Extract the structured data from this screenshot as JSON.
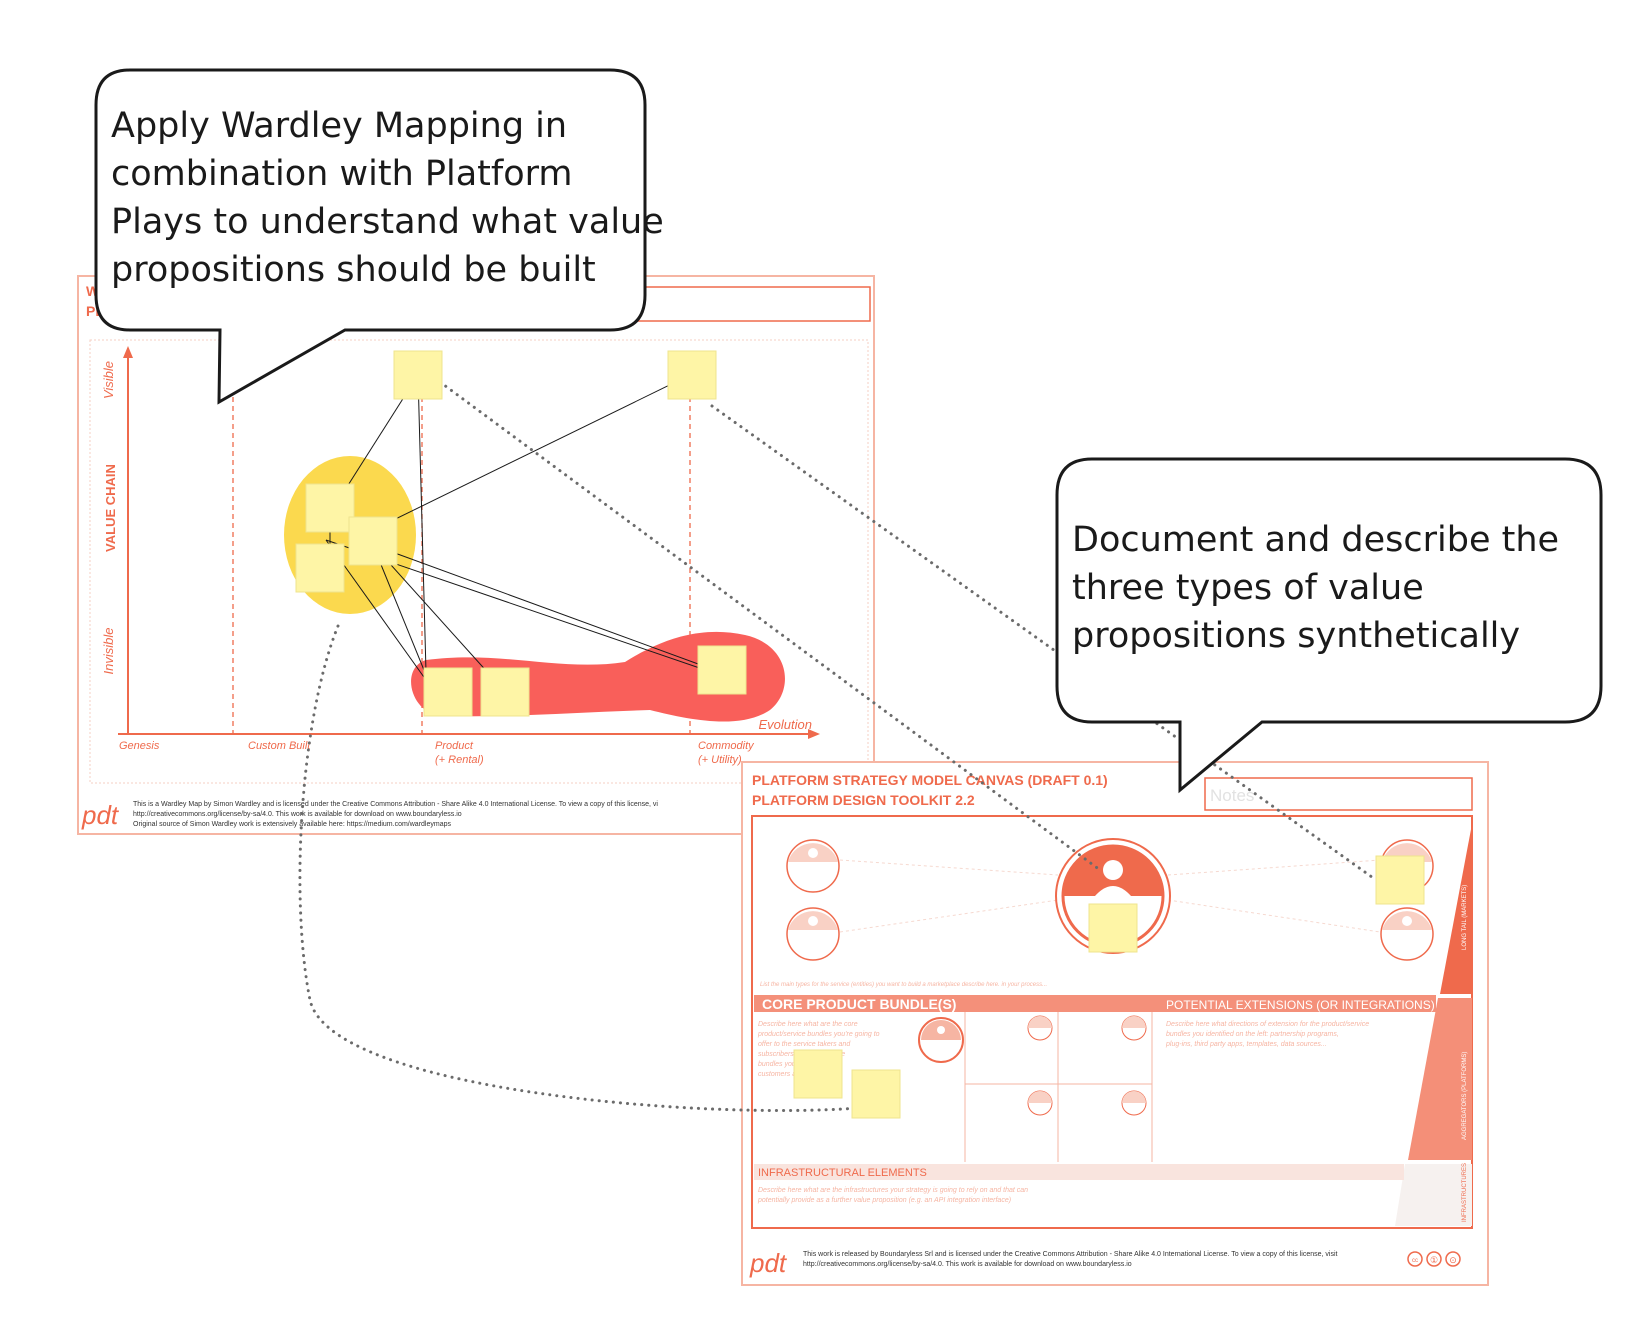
{
  "colors": {
    "accent": "#ef6a4c",
    "accent_light": "#f6b5a3",
    "sticky": "#fef5a6",
    "sticky_edge": "#efe48e",
    "cluster_yellow": "#fbd94e",
    "cluster_red": "#f95f5a",
    "ink": "#1a1a1a"
  },
  "callouts": {
    "left": {
      "lines": [
        "Apply Wardley Mapping in",
        "combination with Platform",
        "Plays to understand what value",
        "propositions should be built"
      ]
    },
    "right": {
      "lines": [
        "Document and describe the",
        "three types of value",
        "propositions synthetically"
      ]
    }
  },
  "wardley": {
    "title_visible": [
      "W",
      "PL"
    ],
    "y_top": "Visible",
    "y_mid": "VALUE CHAIN",
    "y_bottom": "Invisible",
    "x_end": "Evolution",
    "stages": [
      {
        "line1": "Genesis",
        "line2": ""
      },
      {
        "line1": "Custom Built",
        "line2": ""
      },
      {
        "line1": "Product",
        "line2": "(+ Rental)"
      },
      {
        "line1": "Commodity",
        "line2": "(+ Utility)"
      }
    ],
    "license": [
      "This is a Wardley Map by Simon Wardley and is licensed under the Creative Commons Attribution - Share Alike 4.0 International License. To view a copy of this license, vi",
      "http://creativecommons.org/license/by-sa/4.0. This work is available for download on www.boundaryless.io",
      "Original source of Simon Wardley work is extensively available here: https://medium.com/wardleymaps"
    ],
    "logo": "pdt"
  },
  "canvas": {
    "title1": "PLATFORM STRATEGY MODEL CANVAS (DRAFT 0.1)",
    "title2": "PLATFORM DESIGN TOOLKIT 2.2",
    "notes_placeholder": "Notes",
    "core_header": "CORE PRODUCT BUNDLE(S)",
    "extensions_header": "POTENTIAL EXTENSIONS (OR INTEGRATIONS)",
    "infra_header": "INFRASTRUCTURAL ELEMENTS",
    "top_hint": "List the main types for the service (entities) you want to build a marketplace describe here. in your process...",
    "core_desc": [
      "Describe here what are the core",
      "product/service bundles you're going to",
      "offer to the service takers and",
      "subscribers, product/service",
      "bundles you believe to the",
      "customers are..."
    ],
    "ext_desc": [
      "Describe here what directions of extension for the product/service",
      "bundles you identified on the left: partnership programs,",
      "plug-ins, third party apps, templates, data sources..."
    ],
    "infra_desc": [
      "Describe here what are the infrastructures your strategy is going to rely on and that can",
      "potentially provide as a further value proposition (e.g. an API integration interface)"
    ],
    "side_labels": [
      "LONG TAIL (MARKETS)",
      "AGGREGATORS (PLATFORMS)",
      "INFRASTRUCTURES"
    ],
    "license": [
      "This work is released by Boundaryless Srl and is licensed under the Creative Commons Attribution - Share Alike 4.0 International License. To view a copy of this license, visit",
      "http://creativecommons.org/license/by-sa/4.0. This work is available for download on www.boundaryless.io"
    ],
    "cc_icons": [
      "cc",
      "①",
      "⊙"
    ],
    "logo": "pdt"
  }
}
